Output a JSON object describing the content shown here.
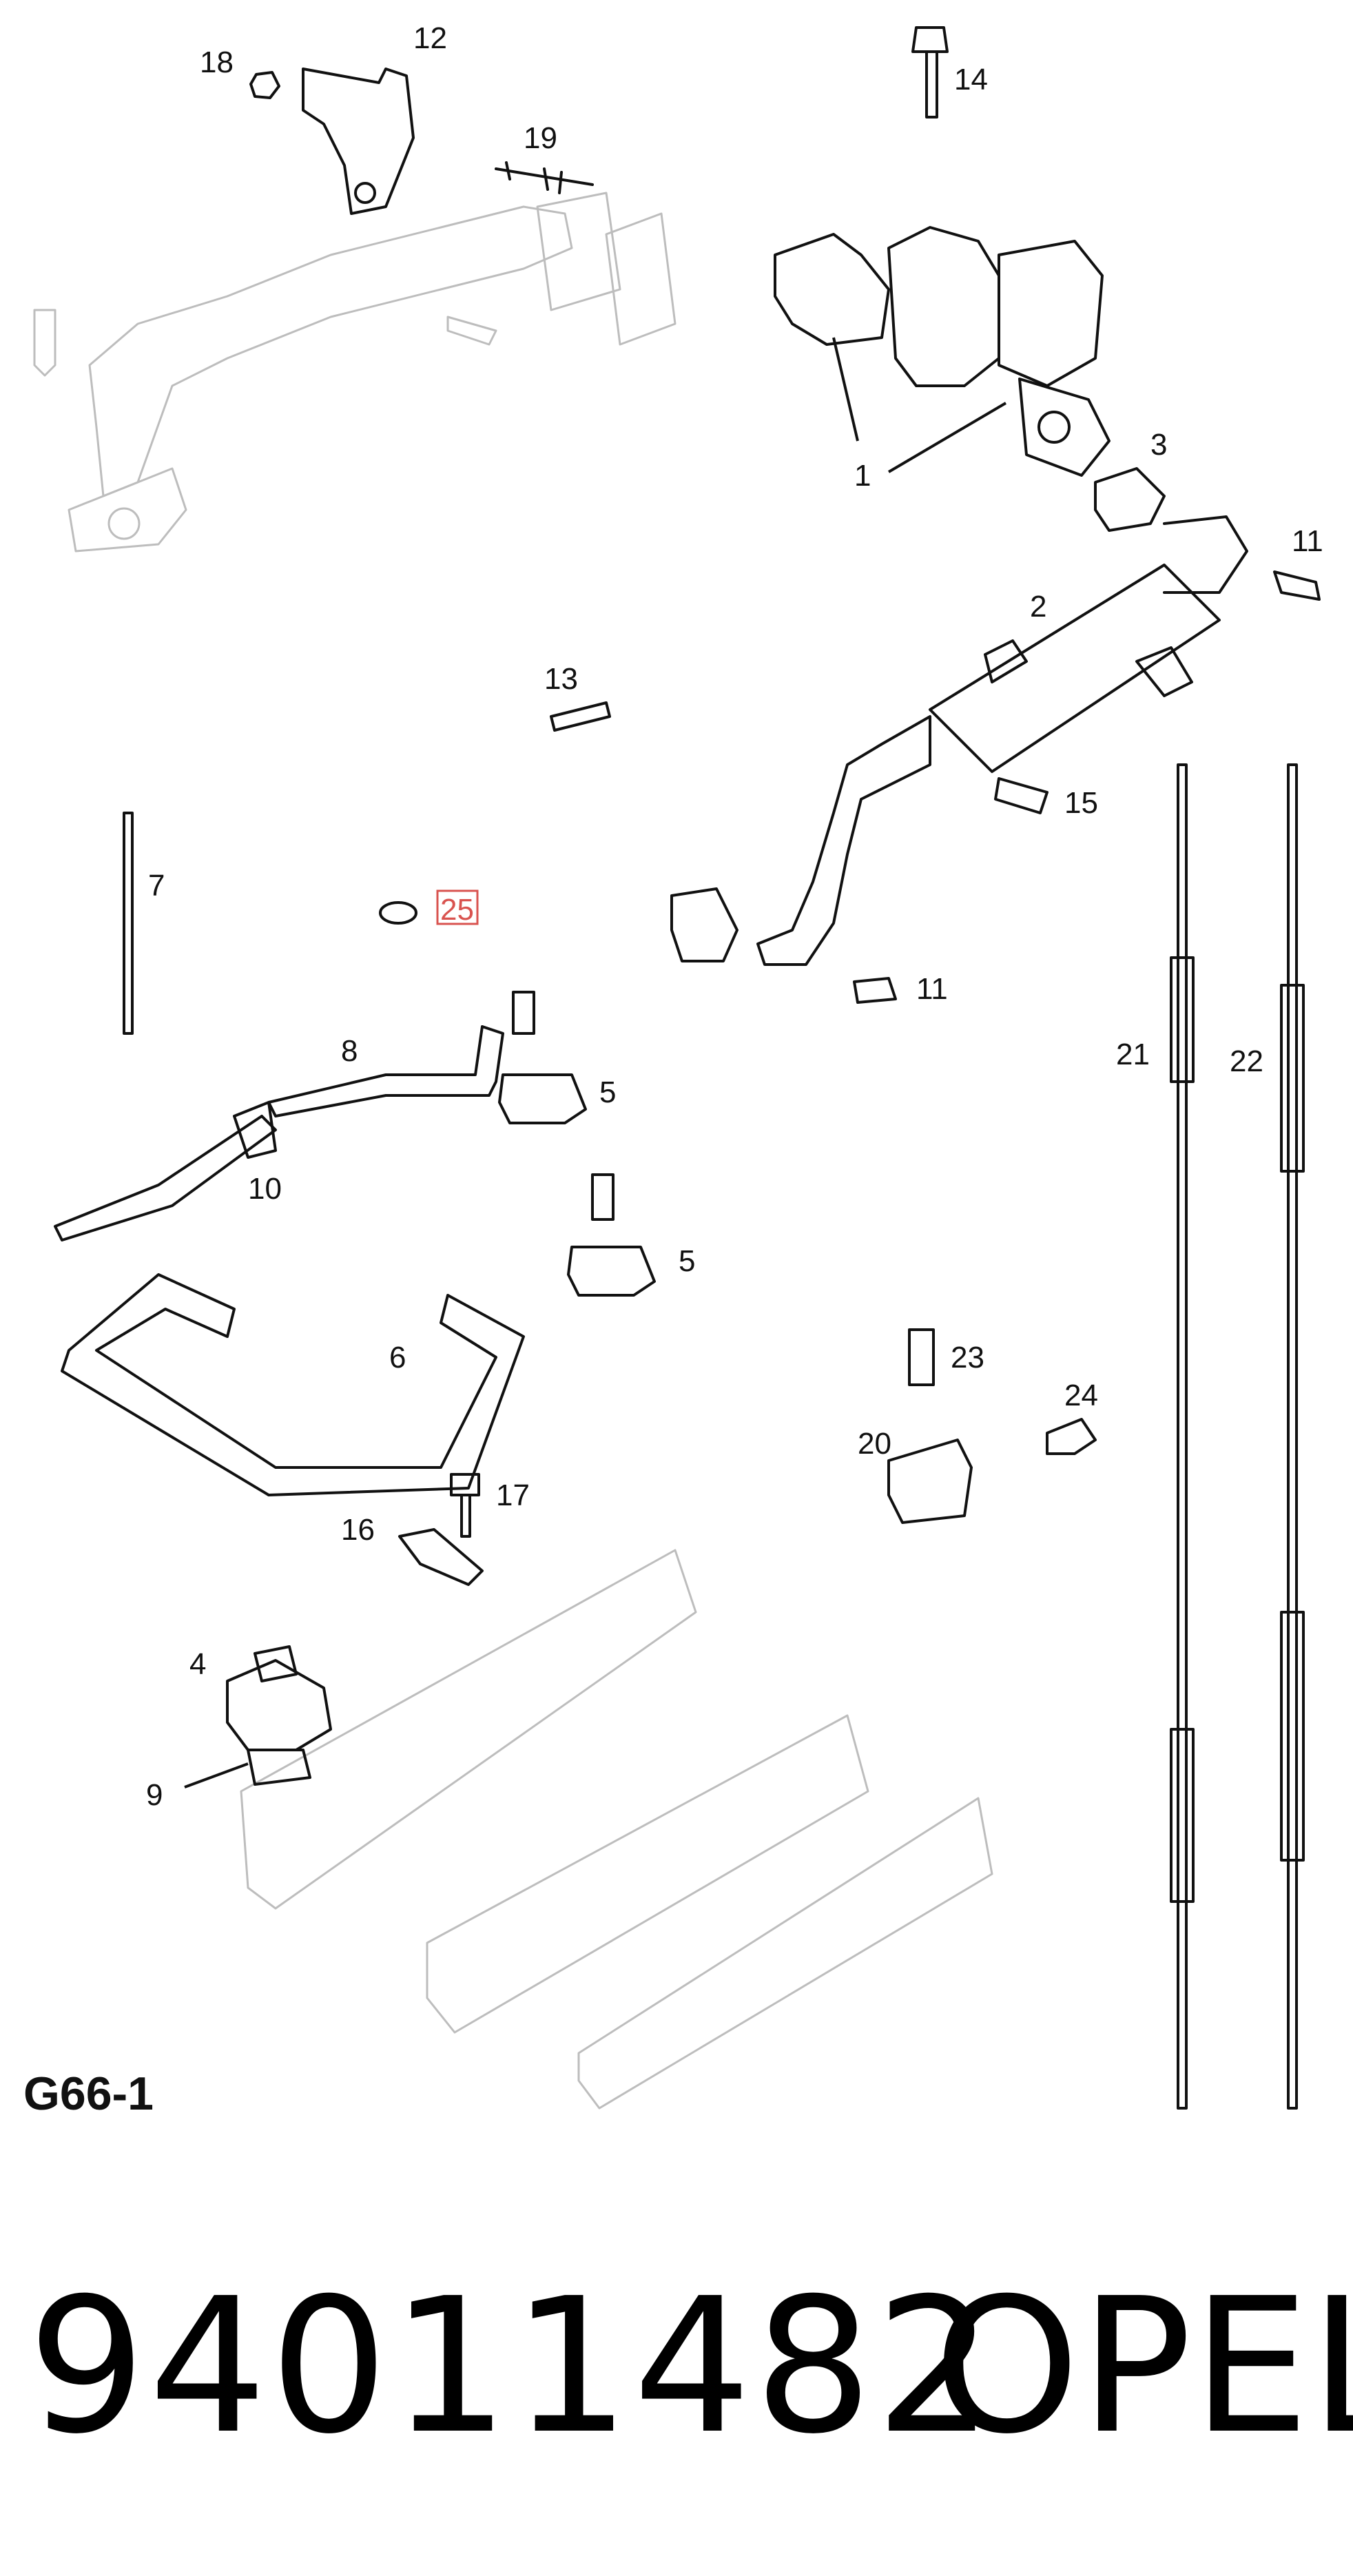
{
  "diagram": {
    "callouts": {
      "c1": "1",
      "c2": "2",
      "c3": "3",
      "c4": "4",
      "c5a": "5",
      "c5b": "5",
      "c6": "6",
      "c7": "7",
      "c8": "8",
      "c9": "9",
      "c10": "10",
      "c11a": "11",
      "c11b": "11",
      "c12": "12",
      "c13": "13",
      "c14": "14",
      "c15": "15",
      "c16": "16",
      "c17": "17",
      "c18": "18",
      "c19": "19",
      "c20": "20",
      "c21": "21",
      "c22": "22",
      "c23": "23",
      "c24": "24",
      "c25": "25"
    },
    "highlighted_callout": "25",
    "colors": {
      "highlight": "#d9534f",
      "line": "#111111",
      "ghost": "#bdbdbd"
    }
  },
  "footer": {
    "page_code": "G66-1",
    "part_number": "94011482",
    "brand": "OPEL"
  }
}
